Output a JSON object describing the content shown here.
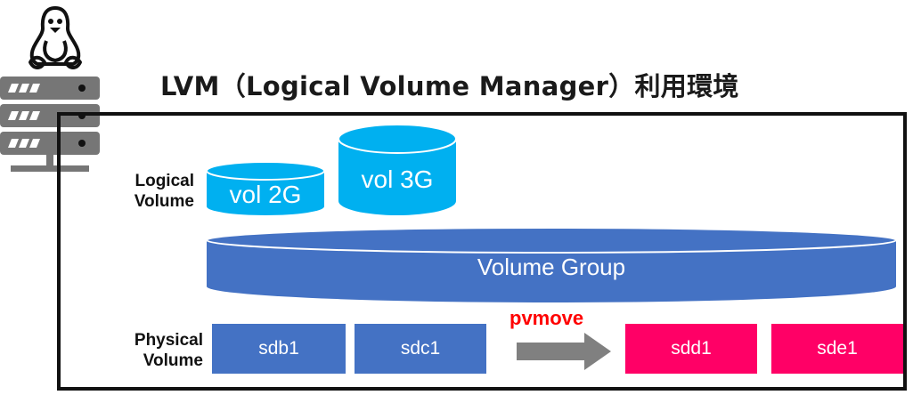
{
  "title": "LVM（Logical Volume Manager）利用環境",
  "logical_volume_label": "Logical Volume",
  "physical_volume_label": "Physical Volume",
  "logical_volumes": [
    "vol 2G",
    "vol 3G"
  ],
  "volume_group_label": "Volume Group",
  "physical_volumes_source": [
    "sdb1",
    "sdc1"
  ],
  "move_command": "pvmove",
  "physical_volumes_target": [
    "sdd1",
    "sde1"
  ],
  "colors": {
    "logical_volume": "#00b0f0",
    "volume_group": "#4472c4",
    "source_pv": "#4472c4",
    "target_pv": "#ff0066",
    "arrow": "#808080",
    "move_command": "#ff0000"
  },
  "icons": [
    "linux-penguin-icon",
    "server-rack-icon"
  ]
}
